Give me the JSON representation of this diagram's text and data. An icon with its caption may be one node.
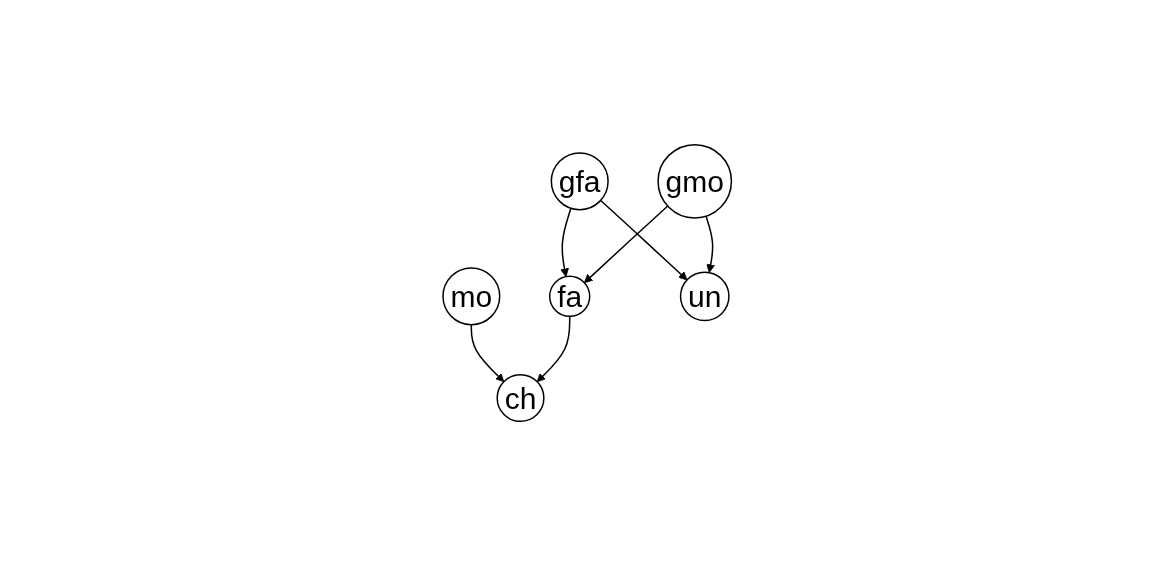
{
  "diagram": {
    "nodes": [
      {
        "text": [
          "gfa"
        ]
      },
      {
        "text": [
          "gmo"
        ]
      },
      {
        "text": [
          "mo"
        ]
      },
      {
        "text": [
          "fa"
        ]
      },
      {
        "text": [
          "un"
        ]
      },
      {
        "text": [
          "ch"
        ]
      }
    ],
    "edges": [
      {
        "from": 0,
        "to": 3,
        "arrow": "to"
      },
      {
        "from": 0,
        "to": 4,
        "arrow": "to"
      },
      {
        "from": 1,
        "to": 3,
        "arrow": "to"
      },
      {
        "from": 1,
        "to": 4,
        "arrow": "to"
      },
      {
        "from": 2,
        "to": 5,
        "arrow": "to"
      },
      {
        "from": 3,
        "to": 5,
        "arrow": "to"
      }
    ]
  }
}
